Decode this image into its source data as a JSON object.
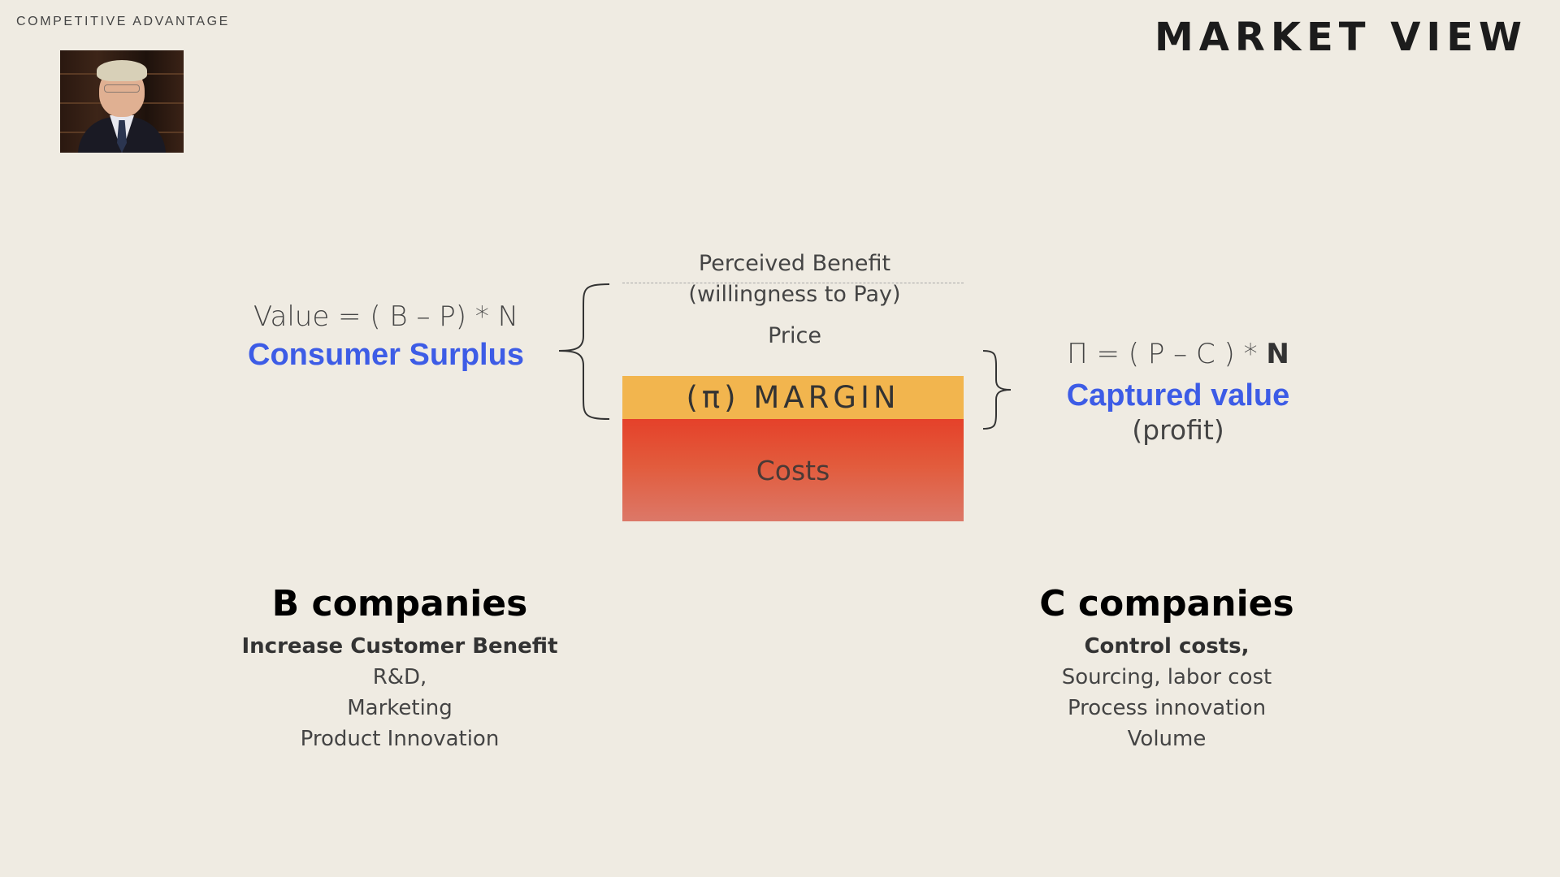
{
  "header": {
    "kicker": "COMPETITIVE ADVANTAGE",
    "title": "MARKET VIEW"
  },
  "diagram": {
    "left_formula": "Value = ( B –  P) * N",
    "left_label": "Consumer Surplus",
    "perceived_line1": "Perceived Benefit",
    "perceived_line2": "(willingness to Pay)",
    "price": "Price",
    "margin": "(π)  MARGIN",
    "costs": "Costs",
    "right_formula_prefix": "Π = ( P –  C ) * ",
    "right_formula_n": "N",
    "right_label": "Captured value",
    "right_sublabel": "(profit)",
    "colors": {
      "accent_blue": "#3d5ce6",
      "margin": "#f2b54e",
      "costs": "#e5412a"
    }
  },
  "b_companies": {
    "heading": "B companies",
    "lead": "Increase Customer Benefit",
    "lines": [
      "R&D,",
      "Marketing",
      "Product Innovation"
    ]
  },
  "c_companies": {
    "heading": "C companies",
    "lead": "Control costs,",
    "lines": [
      "Sourcing, labor cost",
      "Process innovation",
      "Volume"
    ]
  }
}
